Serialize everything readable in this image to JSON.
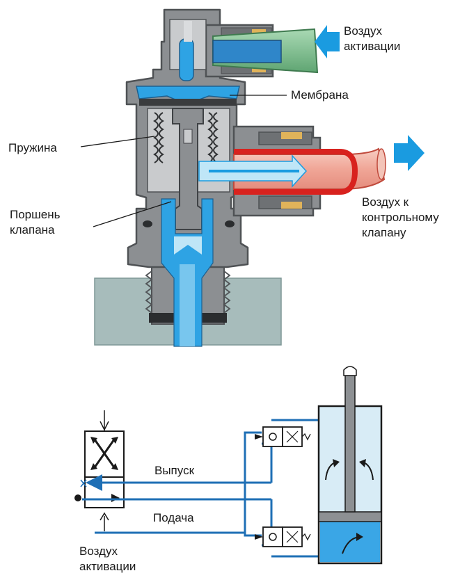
{
  "labels": {
    "activation_air_top": [
      "Воздух",
      "активации"
    ],
    "membrane": "Мембрана",
    "spring": "Пружина",
    "piston": [
      "Поршень",
      "клапана"
    ],
    "air_to_control": [
      "Воздух к",
      "контрольному",
      "клапану"
    ],
    "exhaust": "Выпуск",
    "supply": "Подача",
    "activation_air_bottom": [
      "Воздух",
      "активации"
    ]
  },
  "colors": {
    "body_gray": "#8c8f92",
    "body_dark": "#55585b",
    "cavity": "#c9cbcd",
    "air_blue": "#1a9be0",
    "air_light": "#bfe6f7",
    "outlet_red": "#d8221e",
    "outlet_pink": "#f3b4a8",
    "inlet_green": "#7fbf8f",
    "base_block": "#9fb6b5",
    "line_blue": "#1e6fb5",
    "cylinder_fill": "#d8ecf6",
    "cylinder_water": "#3aa6e6"
  }
}
